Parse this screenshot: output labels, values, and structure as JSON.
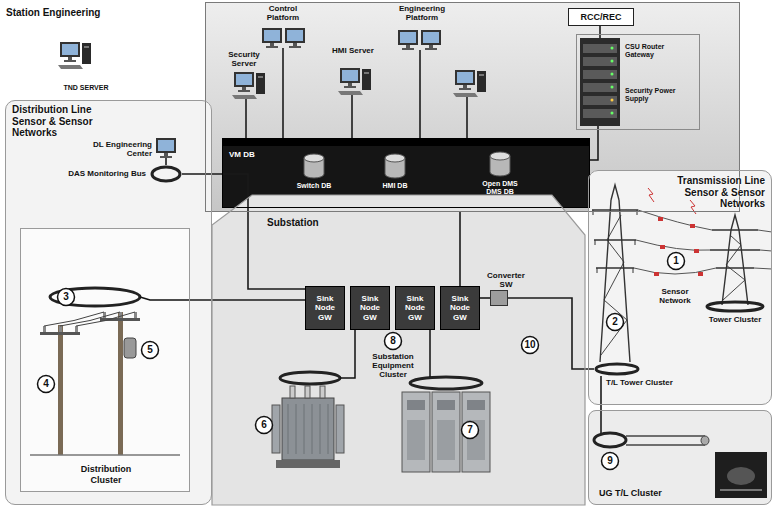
{
  "diagram": {
    "nodes": [
      {
        "text": [
          "Station Engineering"
        ]
      },
      {
        "text": [
          "RCC/REC"
        ],
        "in": 0
      },
      {
        "text": [
          "CSU Router Gateway",
          "Security Power Supply"
        ],
        "in": 0
      },
      {
        "text": [
          "VM DB"
        ],
        "in": 0
      },
      {
        "text": [
          "Distribution Line Sensor & Sensor Networks"
        ]
      },
      {
        "text": [
          "DAS Monitoring Bus"
        ],
        "in": 4
      },
      {
        "text": [
          "Distribution Cluster"
        ],
        "in": 4
      },
      {
        "text": [
          "Substation"
        ]
      },
      {
        "text": [
          "Sink Node GW"
        ],
        "in": 7
      },
      {
        "text": [
          "Sink Node GW"
        ],
        "in": 7
      },
      {
        "text": [
          "Sink Node GW"
        ],
        "in": 7
      },
      {
        "text": [
          "Sink Node GW"
        ],
        "in": 7
      },
      {
        "text": [
          "Converter SW"
        ],
        "in": 7
      },
      {
        "text": [
          "Transmission Line Sensor & Sensor Networks"
        ]
      },
      {
        "text": [
          "T/L Tower Cluster"
        ],
        "in": 13
      },
      {
        "text": [
          "Tower Cluster"
        ],
        "in": 13
      },
      {
        "text": [
          "UG T/L Cluster"
        ]
      }
    ],
    "edges": [
      {
        "from": 5,
        "to": 8,
        "arrow": "none"
      },
      {
        "from": 6,
        "to": 8,
        "arrow": "none"
      },
      {
        "from": 11,
        "to": 0,
        "arrow": "none"
      },
      {
        "from": 11,
        "to": 12,
        "arrow": "none"
      },
      {
        "from": 12,
        "to": 14,
        "arrow": "none"
      },
      {
        "from": 14,
        "to": 16,
        "arrow": "none"
      }
    ],
    "labels": [
      "TND SERVER",
      "Control Platform",
      "Security Server",
      "HMI Server",
      "Engineering Platform",
      "Switch DB",
      "HMI DB",
      "Open DMS DMS DB",
      "DL Engineering Center",
      "Sensor Network",
      "Substation Equipment Cluster",
      "1",
      "2",
      "3",
      "4",
      "5",
      "6",
      "7",
      "8",
      "9",
      "10"
    ]
  }
}
